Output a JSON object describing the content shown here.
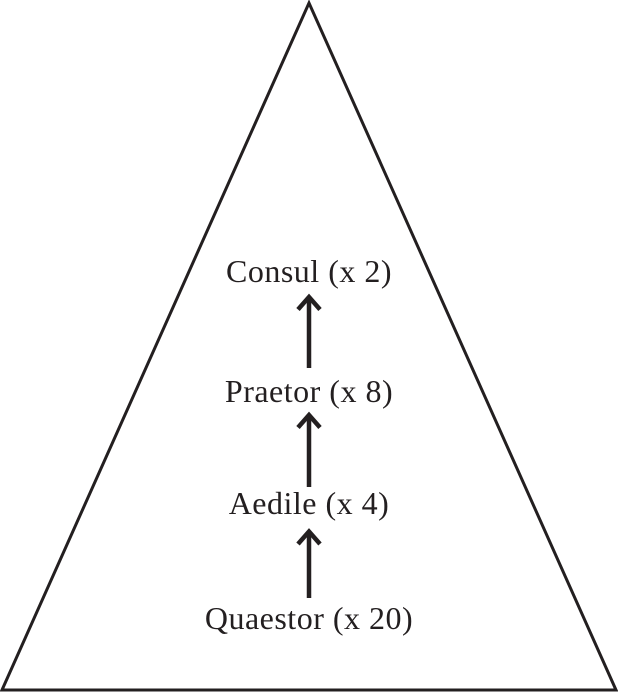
{
  "diagram": {
    "type": "pyramid-hierarchy",
    "levels": [
      {
        "name": "Consul",
        "count": 2,
        "label": "Consul (x 2)"
      },
      {
        "name": "Praetor",
        "count": 8,
        "label": "Praetor (x 8)"
      },
      {
        "name": "Aedile",
        "count": 4,
        "label": "Aedile (x 4)"
      },
      {
        "name": "Quaestor",
        "count": 20,
        "label": "Quaestor (x 20)"
      }
    ],
    "colors": {
      "line": "#231f20",
      "text": "#231f20",
      "background": "#ffffff"
    }
  }
}
